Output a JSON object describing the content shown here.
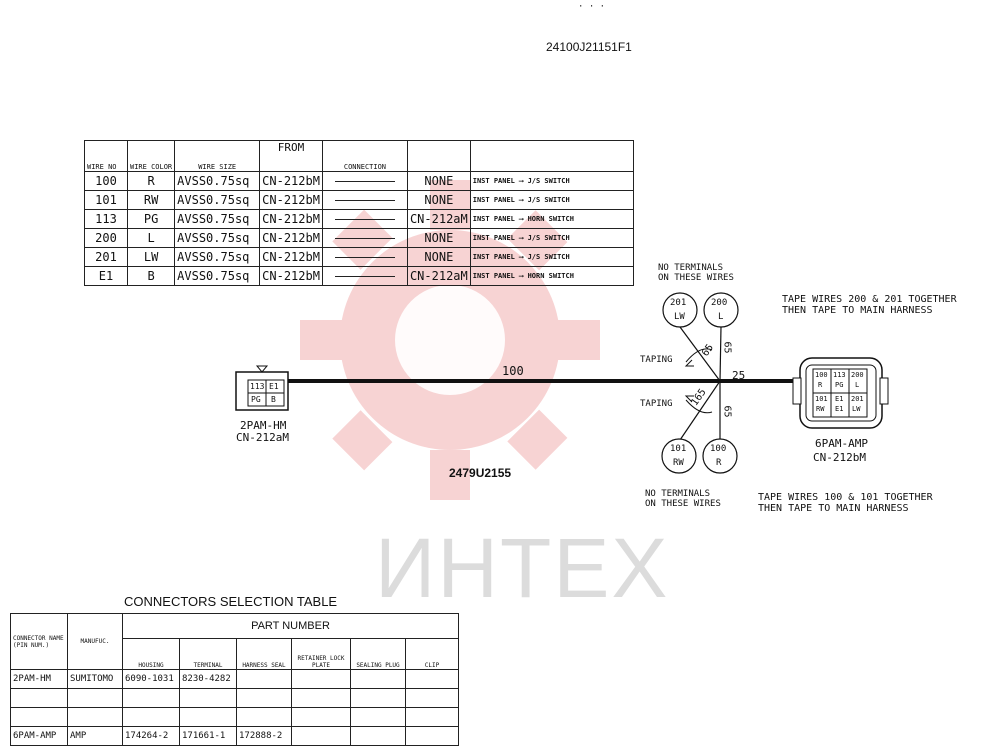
{
  "doc_number": "24100J21151F1",
  "top_mark": "· · ·",
  "wire_table": {
    "headers": {
      "wire_no": "WIRE NO",
      "wire_color": "WIRE COLOR",
      "wire_size": "WIRE SIZE",
      "from": "FROM",
      "connection": "CONNECTION"
    },
    "rows": [
      {
        "no": "100",
        "color": "R",
        "size": "AVSS0.75sq",
        "from": "CN-212bM",
        "to": "NONE",
        "route_from": "INST PANEL",
        "route_to": "J/S SWITCH"
      },
      {
        "no": "101",
        "color": "RW",
        "size": "AVSS0.75sq",
        "from": "CN-212bM",
        "to": "NONE",
        "route_from": "INST PANEL",
        "route_to": "J/S SWITCH"
      },
      {
        "no": "113",
        "color": "PG",
        "size": "AVSS0.75sq",
        "from": "CN-212bM",
        "to": "CN-212aM",
        "route_from": "INST PANEL",
        "route_to": "HORN SWITCH"
      },
      {
        "no": "200",
        "color": "L",
        "size": "AVSS0.75sq",
        "from": "CN-212bM",
        "to": "NONE",
        "route_from": "INST PANEL",
        "route_to": "J/S SWITCH"
      },
      {
        "no": "201",
        "color": "LW",
        "size": "AVSS0.75sq",
        "from": "CN-212bM",
        "to": "NONE",
        "route_from": "INST PANEL",
        "route_to": "J/S SWITCH"
      },
      {
        "no": "E1",
        "color": "B",
        "size": "AVSS0.75sq",
        "from": "CN-212bM",
        "to": "CN-212aM",
        "route_from": "INST PANEL",
        "route_to": "HORN SWITCH"
      }
    ]
  },
  "diagram": {
    "left_connector": {
      "cells": [
        "113",
        "E1",
        "PG",
        "B"
      ],
      "name": "2PAM-HM",
      "id": "CN-212aM"
    },
    "right_connector": {
      "cells": [
        "100",
        "113",
        "200",
        "R",
        "PG",
        "L",
        "101",
        "E1",
        "201",
        "RW",
        "E1",
        "LW"
      ],
      "name": "6PAM-AMP",
      "id": "CN-212bM"
    },
    "main_length": "100",
    "branch_length": "25",
    "upper_branch_len_a": "65",
    "upper_branch_len_b": "65",
    "lower_branch_len_a": "165",
    "lower_branch_len_b": "65",
    "taping_label": "TAPING",
    "upper_terminals": [
      {
        "num": "201",
        "color": "LW"
      },
      {
        "num": "200",
        "color": "L"
      }
    ],
    "lower_terminals": [
      {
        "num": "101",
        "color": "RW"
      },
      {
        "num": "100",
        "color": "R"
      }
    ],
    "no_terminals_note_1": "NO TERMINALS",
    "no_terminals_note_2": "ON THESE WIRES",
    "upper_note_1": "TAPE WIRES 200 & 201 TOGETHER",
    "upper_note_2": "THEN TAPE TO MAIN HARNESS",
    "lower_note_1": "TAPE WIRES 100 & 101 TOGETHER",
    "lower_note_2": "THEN TAPE TO MAIN HARNESS",
    "part_code": "2479U2155"
  },
  "watermark": "ИНТЕХ",
  "connector_table": {
    "title": "CONNECTORS SELECTION TABLE",
    "headers": {
      "connector_name": "CONNECTOR NAME",
      "pin_num": "(PIN NUM.)",
      "manufac": "MANUFUC.",
      "part_number": "PART NUMBER",
      "housing": "HOUSING",
      "terminal": "TERMINAL",
      "harness_seal": "HARNESS SEAL",
      "retainer": "RETAINER LOCK PLATE",
      "sealing_plug": "SEALING PLUG",
      "clip": "CLIP"
    },
    "rows": [
      {
        "name": "2PAM-HM",
        "manufac": "SUMITOMO",
        "housing": "6090-1031",
        "terminal": "8230-4282",
        "seal": "",
        "retainer": "",
        "plug": "",
        "clip": ""
      },
      {
        "name": "",
        "manufac": "",
        "housing": "",
        "terminal": "",
        "seal": "",
        "retainer": "",
        "plug": "",
        "clip": ""
      },
      {
        "name": "",
        "manufac": "",
        "housing": "",
        "terminal": "",
        "seal": "",
        "retainer": "",
        "plug": "",
        "clip": ""
      },
      {
        "name": "6PAM-AMP",
        "manufac": "AMP",
        "housing": "174264-2",
        "terminal": "171661-1",
        "seal": "172888-2",
        "retainer": "",
        "plug": "",
        "clip": ""
      }
    ]
  },
  "colors": {
    "watermark_red": "#f6c9c9",
    "line": "#111111"
  }
}
